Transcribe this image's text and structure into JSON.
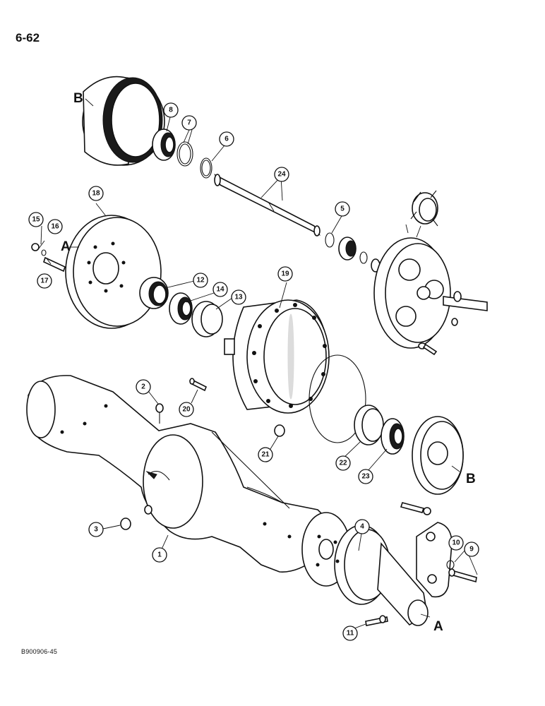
{
  "page": {
    "number": "6-62",
    "doc_code": "B900906-45"
  },
  "callouts": [
    "1",
    "2",
    "3",
    "4",
    "5",
    "6",
    "7",
    "8",
    "9",
    "10",
    "11",
    "12",
    "13",
    "14",
    "15",
    "16",
    "17",
    "18",
    "19",
    "20",
    "21",
    "22",
    "23",
    "24"
  ],
  "refs": {
    "a": "A",
    "b": "B"
  }
}
